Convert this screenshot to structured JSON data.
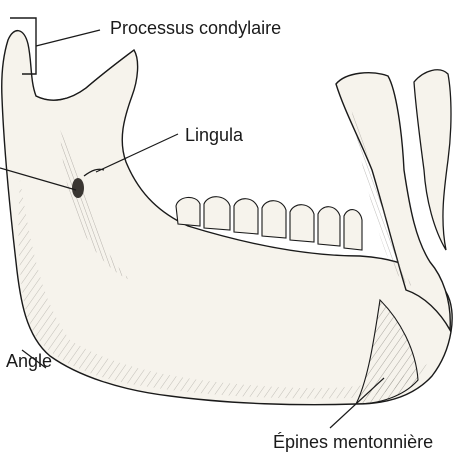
{
  "labels": {
    "condylar_process": "Processus condylaire",
    "lingula": "Lingula",
    "angle": "Angle",
    "mental_spines": "Épines mentonnière"
  },
  "colors": {
    "ink": "#1a1a1a",
    "bone": "#f6f3ec",
    "shade": "#8a8680",
    "background": "#ffffff"
  }
}
